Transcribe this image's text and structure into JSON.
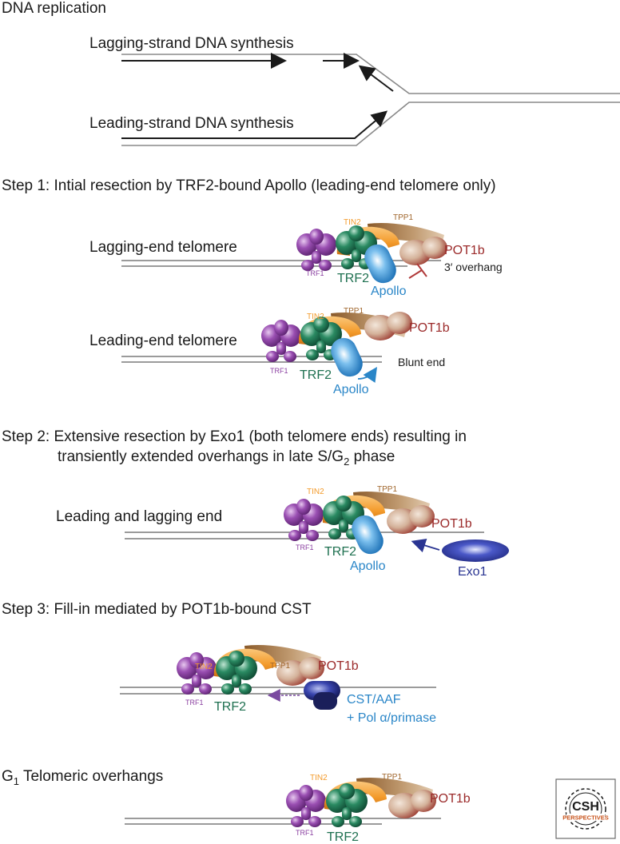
{
  "sections": {
    "replication": {
      "title": "DNA replication",
      "lagging_label": "Lagging-strand DNA synthesis",
      "leading_label": "Leading-strand DNA synthesis"
    },
    "step1": {
      "title": "Step 1: Intial resection by TRF2-bound Apollo (leading-end telomere only)",
      "lagging": {
        "label": "Lagging-end telomere",
        "tin2": "TIN2",
        "tpp1": "TPP1",
        "pot1b": "POT1b",
        "trf1": "TRF1",
        "trf2": "TRF2",
        "apollo": "Apollo",
        "end_note": "3′ overhang"
      },
      "leading": {
        "label": "Leading-end telomere",
        "tin2": "TIN2",
        "tpp1": "TPP1",
        "pot1b": "POT1b",
        "trf1": "TRF1",
        "trf2": "TRF2",
        "apollo": "Apollo",
        "end_note": "Blunt end"
      }
    },
    "step2": {
      "title_line1": "Step 2: Extensive resection by Exo1 (both telomere ends) resulting in",
      "title_line2_pre": "transiently extended overhangs in late S/G",
      "title_line2_sub": "2",
      "title_line2_post": " phase",
      "label": "Leading and lagging end",
      "tin2": "TIN2",
      "tpp1": "TPP1",
      "pot1b": "POT1b",
      "trf1": "TRF1",
      "trf2": "TRF2",
      "apollo": "Apollo",
      "exo1": "Exo1"
    },
    "step3": {
      "title": "Step 3: Fill-in mediated by POT1b-bound CST",
      "tin2": "TIN2",
      "tpp1": "TPP1",
      "pot1b": "POT1b",
      "trf1": "TRF1",
      "trf2": "TRF2",
      "cst_line1": "CST/AAF",
      "cst_line2": "+ Pol α/primase"
    },
    "g1": {
      "title_pre": "G",
      "title_sub": "1",
      "title_post": " Telomeric overhangs",
      "tin2": "TIN2",
      "tpp1": "TPP1",
      "pot1b": "POT1b",
      "trf1": "TRF1",
      "trf2": "TRF2"
    }
  },
  "logo": {
    "line1": "CSH",
    "line2": "PERSPECTIVES"
  },
  "colors": {
    "tin2": "#f39a2a",
    "tpp1": "#a0662c",
    "pot1b": "#9b2a2a",
    "trf1": "#8a3fa0",
    "trf2": "#1e7050",
    "apollo": "#2a86c8",
    "exo1": "#2a3592",
    "cst": "#2a3592",
    "inhibit": "#b03a3a",
    "dna": "#7a7a7a"
  }
}
